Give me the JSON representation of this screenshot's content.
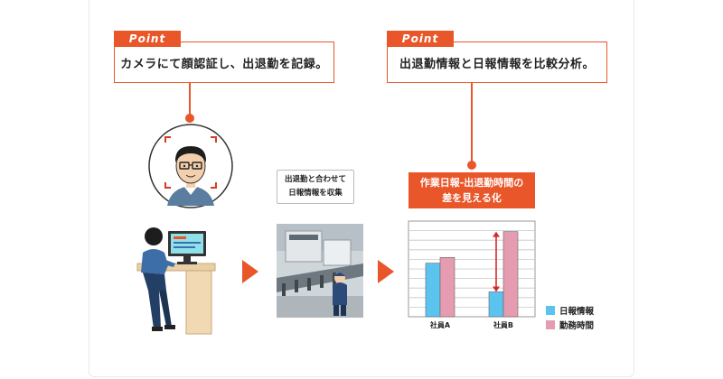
{
  "points": [
    {
      "tag": "Point",
      "text": "カメラにて顔認証し、出退勤を記録。"
    },
    {
      "tag": "Point",
      "text": "出退勤情報と日報情報を比較分析。"
    }
  ],
  "collect_note": {
    "line1": "出退勤と合わせて",
    "line2": "日報情報を収集"
  },
  "visualize_heading": {
    "line1": "作業日報-出退勤時間の",
    "line2": "差を見える化"
  },
  "chart_data": {
    "type": "bar",
    "categories": [
      "社員A",
      "社員B"
    ],
    "series": [
      {
        "name": "日報情報",
        "values": [
          56,
          26
        ],
        "color": "#5bc4ee"
      },
      {
        "name": "勤務時間",
        "values": [
          62,
          89
        ],
        "color": "#e59bb0"
      }
    ],
    "ylim": [
      0,
      100
    ],
    "grid": true,
    "annotation": "double-headed arrow on 社員B marking gap between 日報情報 and 勤務時間"
  },
  "colors": {
    "accent": "#e8562a",
    "bar_daily": "#5bc4ee",
    "bar_work": "#e59bb0"
  },
  "icons": [
    "face-recognition-icon",
    "worker-at-computer-icon",
    "factory-worker-icon",
    "flow-arrow-icon"
  ]
}
